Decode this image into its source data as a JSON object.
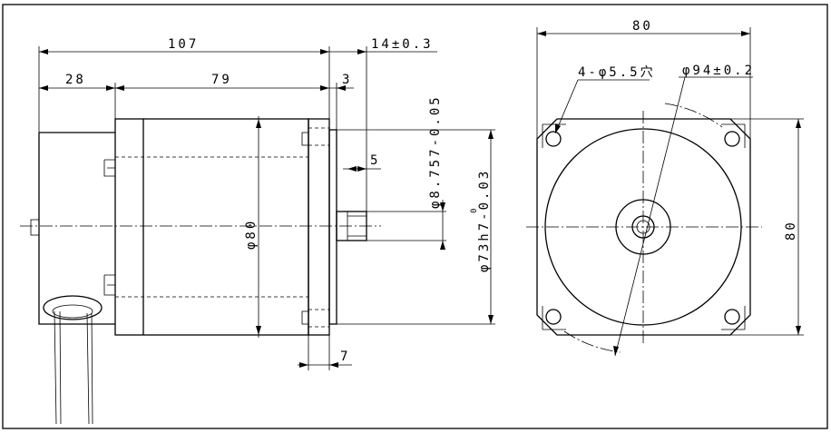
{
  "dimensions": {
    "overall_length": "107",
    "rear_length": "28",
    "body_length": "79",
    "shaft_length": "14±0.3",
    "flange_step": "3",
    "key_length": "5",
    "flange_thickness": "7",
    "side_body_dia": "φ80",
    "shaft_dia": "φ8.757-0.05",
    "pilot_dia": "φ73h7-0.03",
    "pilot_tol_upper": "0",
    "front_width": "80",
    "front_height": "80",
    "mount_holes": "4-φ5.5穴",
    "bolt_circle": "φ94±0.2"
  }
}
